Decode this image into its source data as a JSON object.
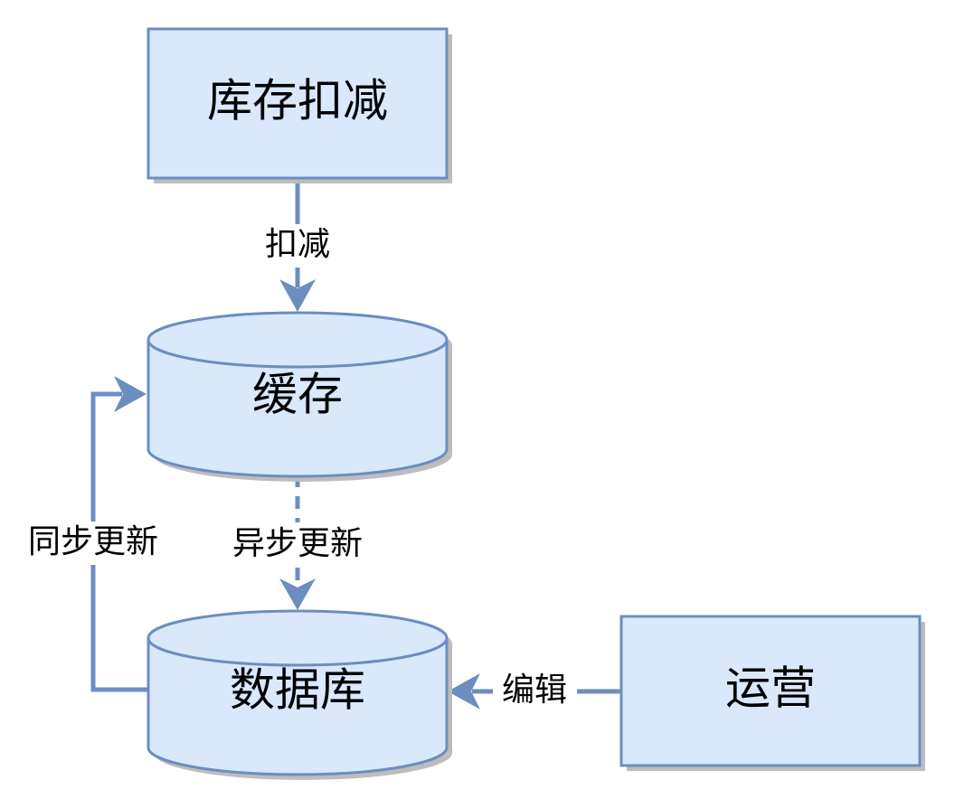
{
  "nodes": {
    "inventory_deduct": {
      "label": "库存扣减"
    },
    "cache": {
      "label": "缓存"
    },
    "database": {
      "label": "数据库"
    },
    "operations": {
      "label": "运营"
    }
  },
  "edges": {
    "deduct": {
      "label": "扣减"
    },
    "async_update": {
      "label": "异步更新"
    },
    "sync_update": {
      "label": "同步更新"
    },
    "edit": {
      "label": "编辑"
    }
  },
  "colors": {
    "fill": "#dae8fc",
    "stroke": "#6c8ebf",
    "shadow": "#bdbdbd",
    "text": "#000000"
  }
}
